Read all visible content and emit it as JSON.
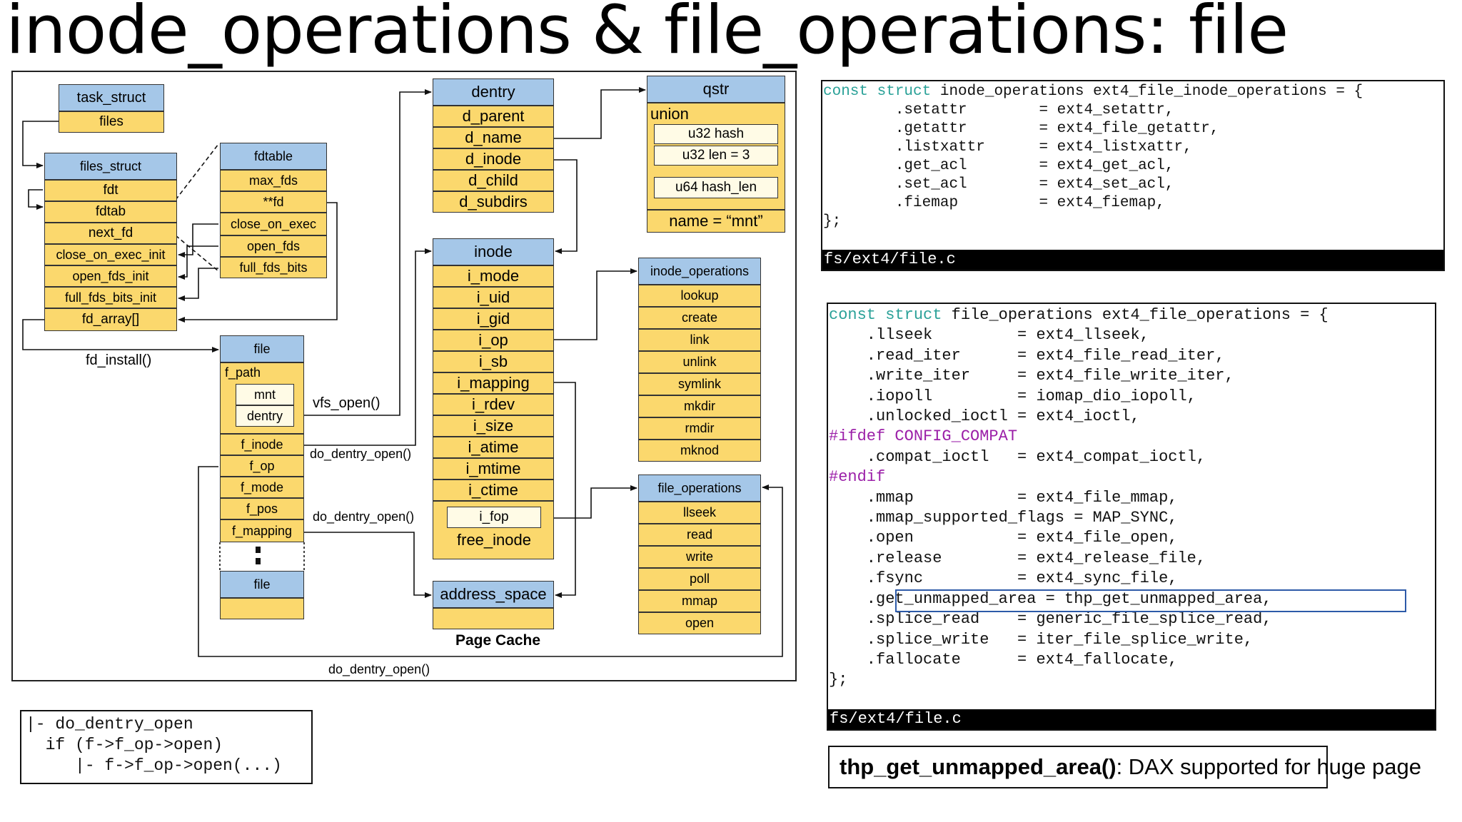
{
  "title": "inode_operations & file_operations: file",
  "diagram": {
    "task_struct": {
      "header": "task_struct",
      "fields": [
        "files"
      ]
    },
    "files_struct": {
      "header": "files_struct",
      "fields": [
        "fdt",
        "fdtab",
        "next_fd",
        "close_on_exec_init",
        "open_fds_init",
        "full_fds_bits_init",
        "fd_array[]"
      ]
    },
    "fdtable": {
      "header": "fdtable",
      "fields": [
        "max_fds",
        "**fd",
        "close_on_exec",
        "open_fds",
        "full_fds_bits"
      ]
    },
    "file": {
      "header": "file",
      "fields": [
        "f_path",
        "mnt",
        "dentry",
        "f_inode",
        "f_op",
        "f_mode",
        "f_pos",
        "f_mapping"
      ],
      "next_header": "file"
    },
    "dentry": {
      "header": "dentry",
      "fields": [
        "d_parent",
        "d_name",
        "d_inode",
        "d_child",
        "d_subdirs"
      ]
    },
    "qstr": {
      "header": "qstr",
      "union": "union",
      "fields": [
        "u32  hash",
        "u32 len = 3",
        "u64 hash_len",
        "name = “mnt”"
      ]
    },
    "inode": {
      "header": "inode",
      "fields": [
        "i_mode",
        "i_uid",
        "i_gid",
        "i_op",
        "i_sb",
        "i_mapping",
        "i_rdev",
        "i_size",
        "i_atime",
        "i_mtime",
        "i_ctime",
        "i_fop",
        "free_inode"
      ]
    },
    "inode_operations": {
      "header": "inode_operations",
      "fields": [
        "lookup",
        "create",
        "link",
        "unlink",
        "symlink",
        "mkdir",
        "rmdir",
        "mknod"
      ]
    },
    "file_operations": {
      "header": "file_operations",
      "fields": [
        "llseek",
        "read",
        "write",
        "poll",
        "mmap",
        "open"
      ]
    },
    "address_space": {
      "header": "address_space",
      "caption": "Page Cache"
    },
    "labels": {
      "fd_install": "fd_install()",
      "vfs_open": "vfs_open()",
      "do_dentry_open_1": "do_dentry_open()",
      "do_dentry_open_2": "do_dentry_open()",
      "do_dentry_open_3": "do_dentry_open()"
    }
  },
  "trace": [
    "|- do_dentry_open",
    "  if (f->f_op->open)",
    "     |- f->f_op->open(...)"
  ],
  "inode_ops_code": {
    "header_kw": "const struct",
    "header_rest": " inode_operations ext4_file_inode_operations = {",
    "lines": [
      "\t.setattr\t= ext4_setattr,",
      "\t.getattr\t= ext4_file_getattr,",
      "\t.listxattr\t= ext4_listxattr,",
      "\t.get_acl\t= ext4_get_acl,",
      "\t.set_acl\t= ext4_set_acl,",
      "\t.fiemap\t\t= ext4_fiemap,"
    ],
    "closing": "};",
    "path": "fs/ext4/file.c"
  },
  "file_ops_code": {
    "header_kw": "const struct",
    "header_rest": " file_operations ext4_file_operations = {",
    "lines": [
      "    .llseek         = ext4_llseek,",
      "    .read_iter      = ext4_file_read_iter,",
      "    .write_iter     = ext4_file_write_iter,",
      "    .iopoll         = iomap_dio_iopoll,",
      "    .unlocked_ioctl = ext4_ioctl,",
      "#ifdef CONFIG_COMPAT",
      "    .compat_ioctl   = ext4_compat_ioctl,",
      "#endif",
      "    .mmap           = ext4_file_mmap,",
      "    .mmap_supported_flags = MAP_SYNC,",
      "    .open           = ext4_file_open,",
      "    .release        = ext4_release_file,",
      "    .fsync          = ext4_sync_file,",
      "    .get_unmapped_area = thp_get_unmapped_area,",
      "    .splice_read    = generic_file_splice_read,",
      "    .splice_write   = iter_file_splice_write,",
      "    .fallocate      = ext4_fallocate,"
    ],
    "closing": "};",
    "path": "fs/ext4/file.c",
    "highlighted_line": ".get_unmapped_area = thp_get_unmapped_area,"
  },
  "note": {
    "bold": "thp_get_unmapped_area()",
    "rest": ": DAX supported for huge page"
  },
  "colors": {
    "header": "#a5c7e8",
    "field": "#fbd86d",
    "inner": "#fffbe6",
    "keyword": "#2aa198",
    "preproc": "#9b1fa8",
    "highlight": "#2d5aa8"
  }
}
